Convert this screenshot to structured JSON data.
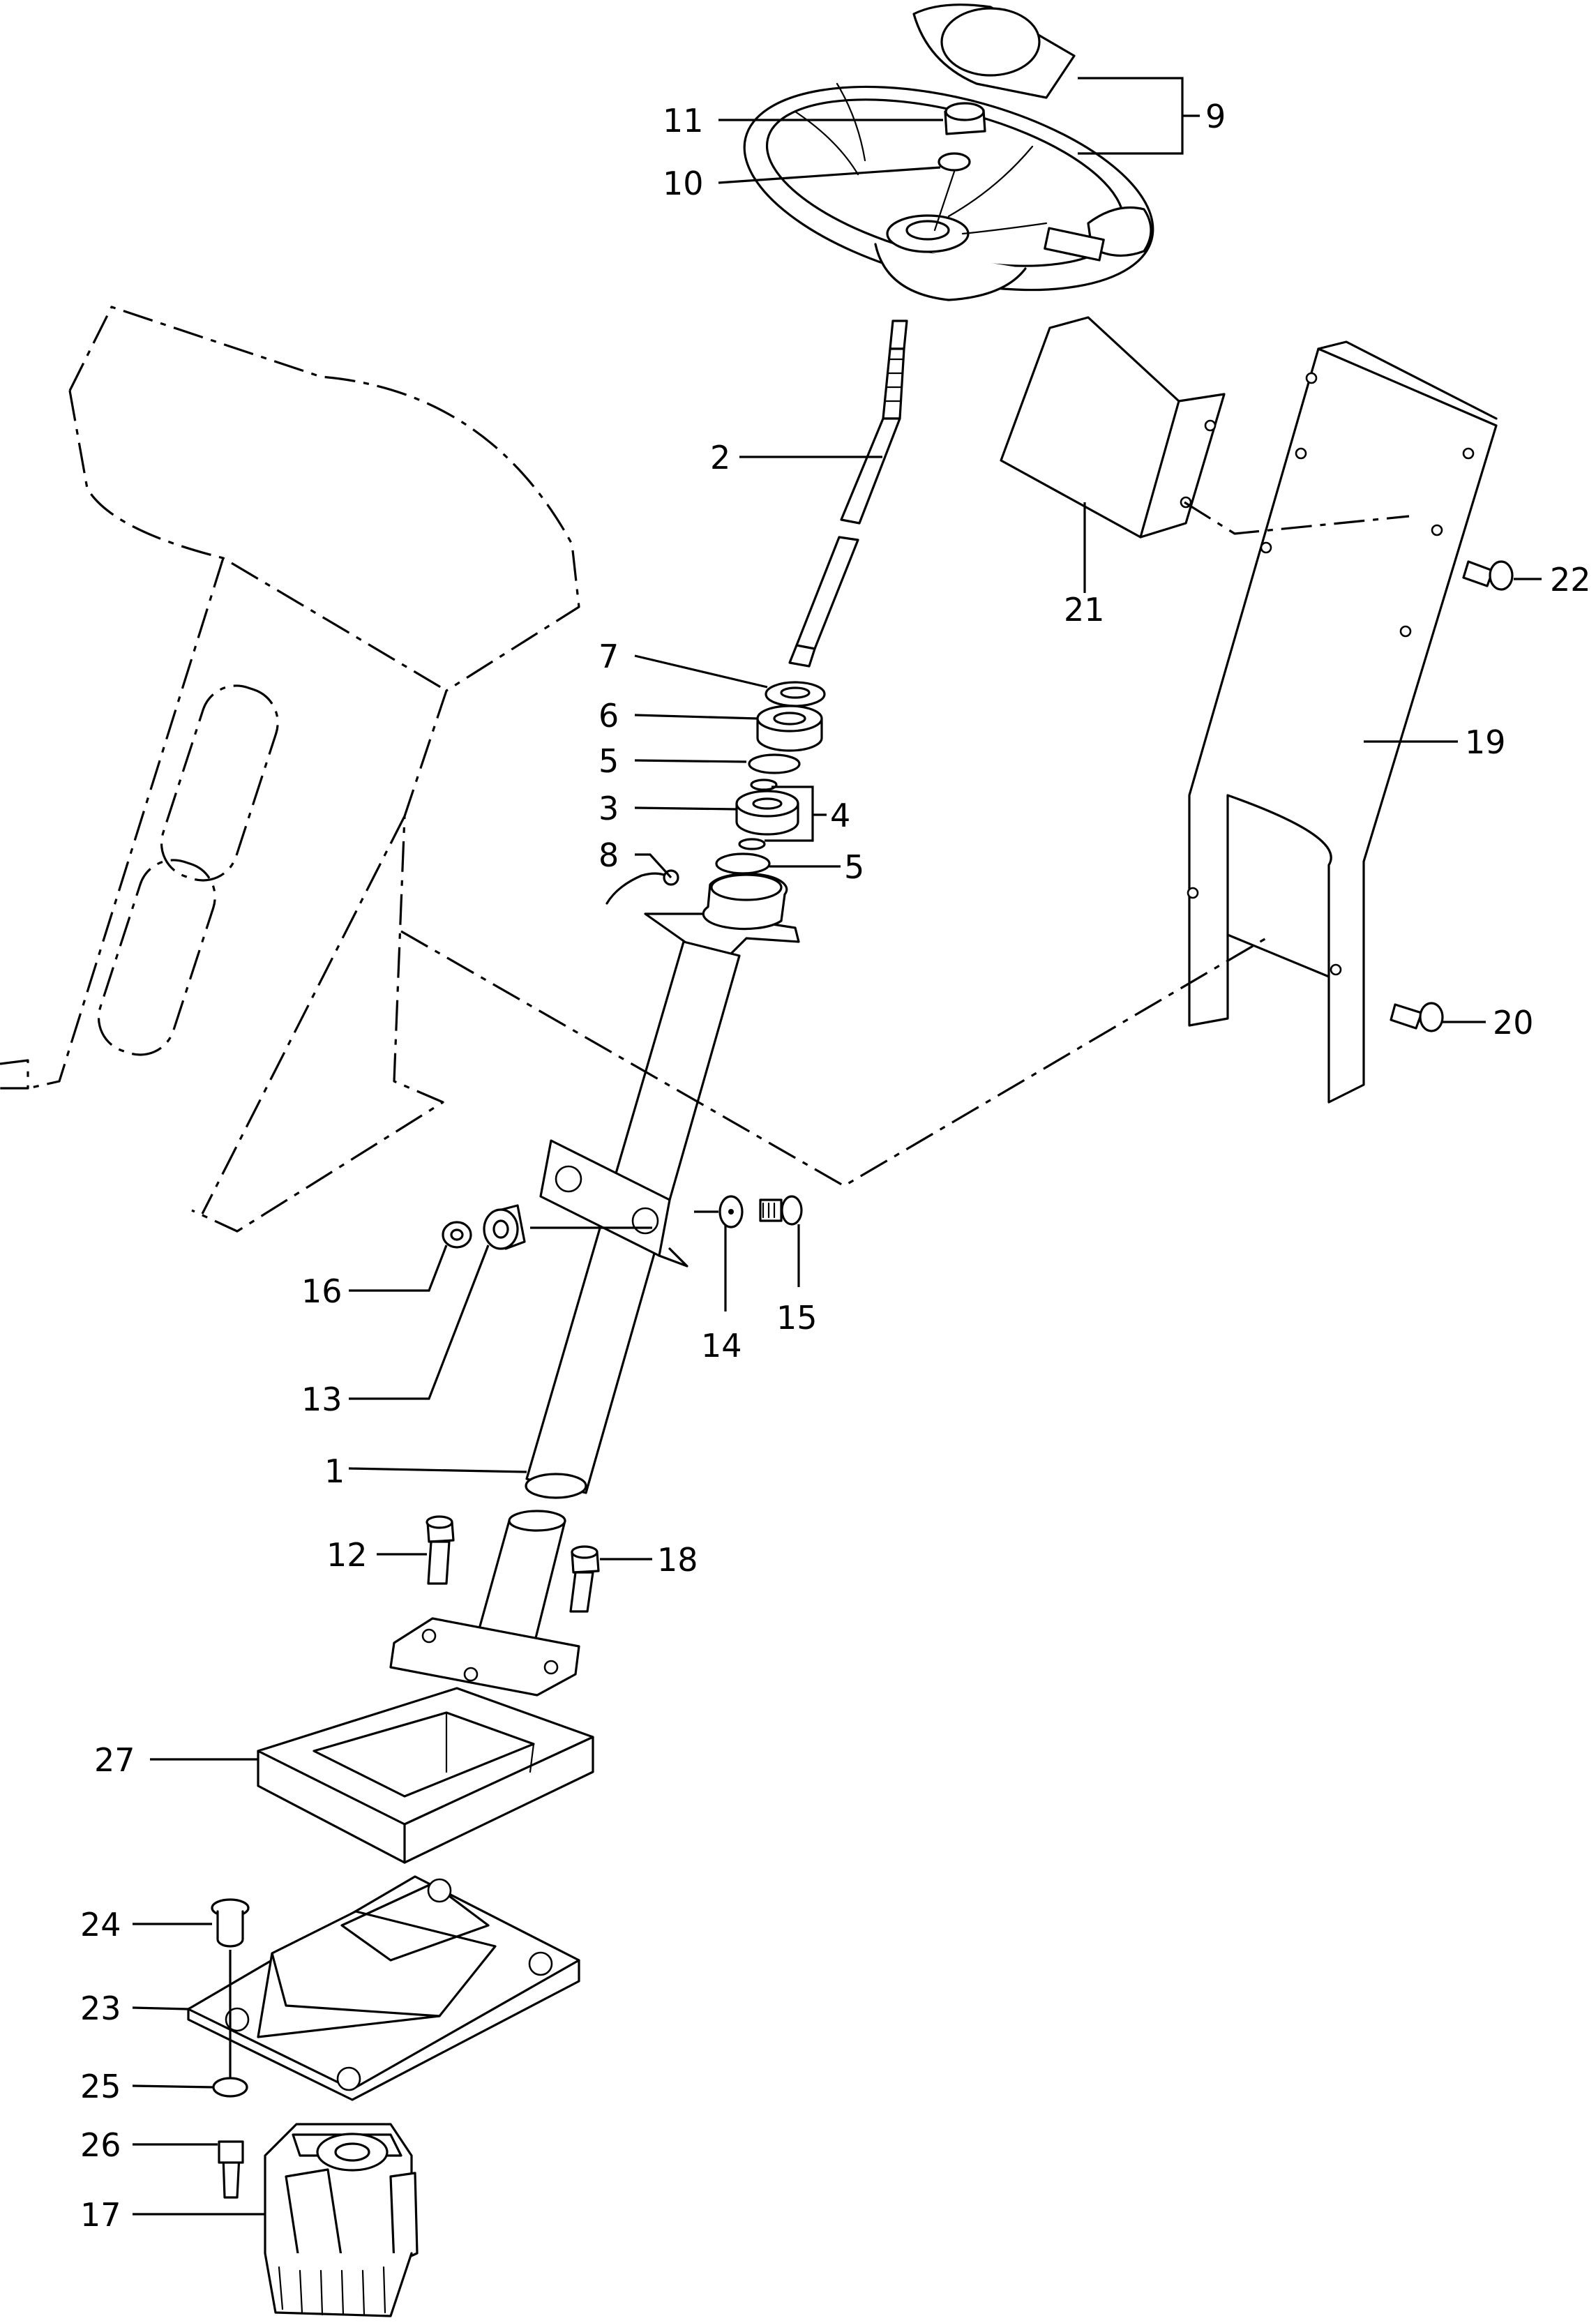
{
  "callouts": [
    {
      "id": "c1",
      "label": "1"
    },
    {
      "id": "c2",
      "label": "2"
    },
    {
      "id": "c3",
      "label": "3"
    },
    {
      "id": "c4",
      "label": "4"
    },
    {
      "id": "c5a",
      "label": "5"
    },
    {
      "id": "c5b",
      "label": "5"
    },
    {
      "id": "c6",
      "label": "6"
    },
    {
      "id": "c7",
      "label": "7"
    },
    {
      "id": "c8",
      "label": "8"
    },
    {
      "id": "c9",
      "label": "9"
    },
    {
      "id": "c10",
      "label": "10"
    },
    {
      "id": "c11",
      "label": "11"
    },
    {
      "id": "c12",
      "label": "12"
    },
    {
      "id": "c13",
      "label": "13"
    },
    {
      "id": "c14",
      "label": "14"
    },
    {
      "id": "c15",
      "label": "15"
    },
    {
      "id": "c16",
      "label": "16"
    },
    {
      "id": "c17",
      "label": "17"
    },
    {
      "id": "c18",
      "label": "18"
    },
    {
      "id": "c19",
      "label": "19"
    },
    {
      "id": "c20",
      "label": "20"
    },
    {
      "id": "c21",
      "label": "21"
    },
    {
      "id": "c22",
      "label": "22"
    },
    {
      "id": "c23",
      "label": "23"
    },
    {
      "id": "c24",
      "label": "24"
    },
    {
      "id": "c25",
      "label": "25"
    },
    {
      "id": "c26",
      "label": "26"
    },
    {
      "id": "c27",
      "label": "27"
    }
  ]
}
